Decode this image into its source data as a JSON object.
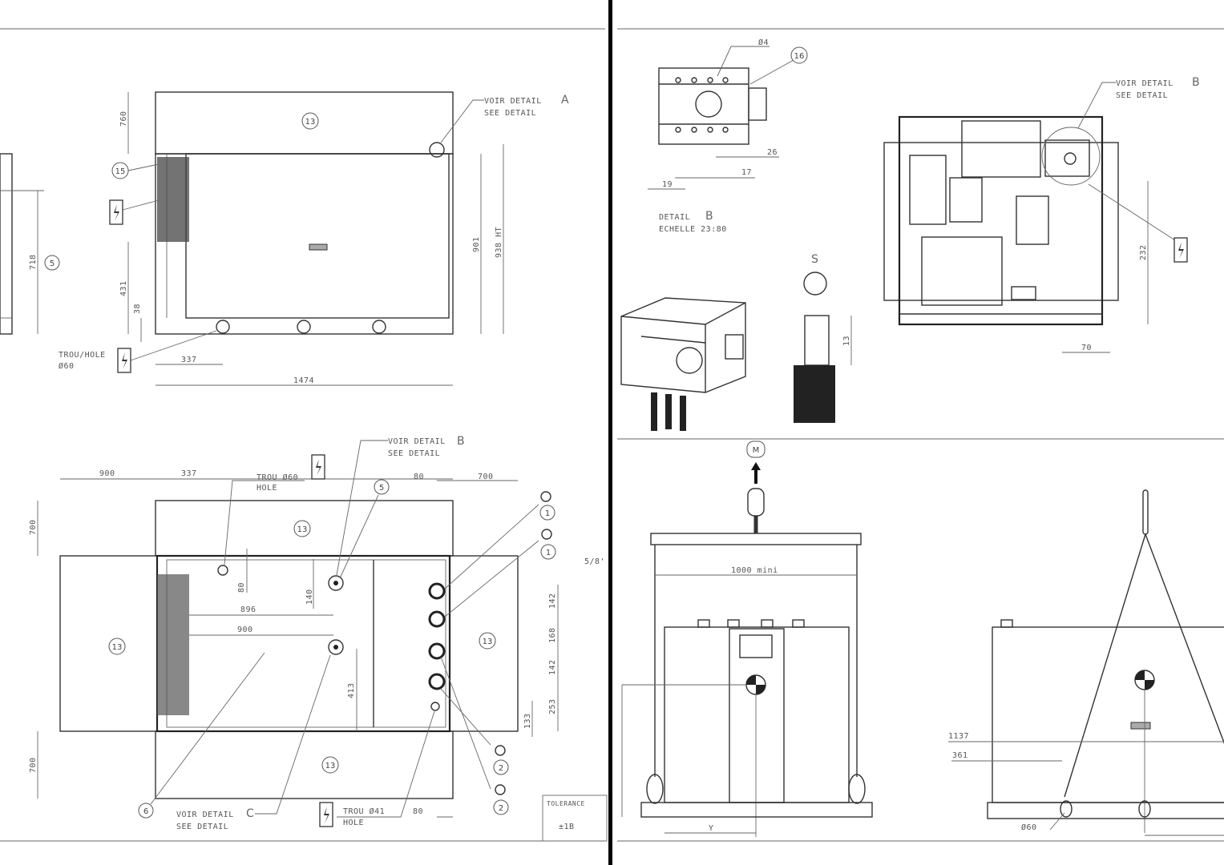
{
  "left_top": {
    "voir_detail_a": "VOIR DETAIL",
    "see_detail_a": "SEE DETAIL",
    "detail_letter_a": "A",
    "balloon_13": "13",
    "balloon_15": "15",
    "balloon_5": "5",
    "dim_760": "760",
    "dim_718": "718",
    "dim_431": "431",
    "dim_38": "38",
    "dim_901": "901",
    "dim_938": "938 HT",
    "dim_337": "337",
    "dim_1474": "1474",
    "trou_hole": "TROU/HOLE",
    "hole_dia": "Ø60"
  },
  "left_bottom": {
    "dim_900_top": "900",
    "dim_337": "337",
    "dim_80_top": "80",
    "dim_700_right": "700",
    "dim_700_top": "700",
    "dim_700_bottom": "700",
    "dim_80_v": "80",
    "dim_140": "140",
    "dim_896": "896",
    "dim_900": "900",
    "dim_413": "413",
    "dim_142a": "142",
    "dim_168": "168",
    "dim_142b": "142",
    "dim_253": "253",
    "dim_133": "133",
    "dim_80_bottom": "80",
    "trou_60": "TROU Ø60",
    "hole_60": "HOLE",
    "voir_detail_b": "VOIR DETAIL",
    "see_detail_b": "SEE DETAIL",
    "detail_letter_b": "B",
    "voir_detail_c": "VOIR DETAIL",
    "see_detail_c": "SEE DETAIL",
    "detail_letter_c": "C",
    "trou_41": "TROU Ø41",
    "hole_41": "HOLE",
    "balloons": [
      "5",
      "13",
      "13",
      "13",
      "13",
      "1",
      "1",
      "2",
      "2",
      "6"
    ],
    "tolerance_label": "TOLERANCE",
    "tolerance_value": "±1B",
    "edge_mark": "5/8'"
  },
  "right_top": {
    "dia_4": "Ø4",
    "balloon_16": "16",
    "dim_26": "26",
    "dim_17": "17",
    "dim_19": "19",
    "detail_title": "DETAIL",
    "detail_letter": "B",
    "scale": "ECHELLE  23:80",
    "s_label": "S",
    "dim_13": "13",
    "voir_detail": "VOIR DETAIL",
    "see_detail": "SEE DETAIL",
    "detail_ref": "B",
    "dim_232": "232",
    "dim_70": "70"
  },
  "right_bottom": {
    "balloon_m": "M",
    "dim_1000": "1000 mini",
    "dim_y": "Y",
    "dim_1137": "1137",
    "dim_361": "361",
    "hole_dia": "Ø60"
  }
}
